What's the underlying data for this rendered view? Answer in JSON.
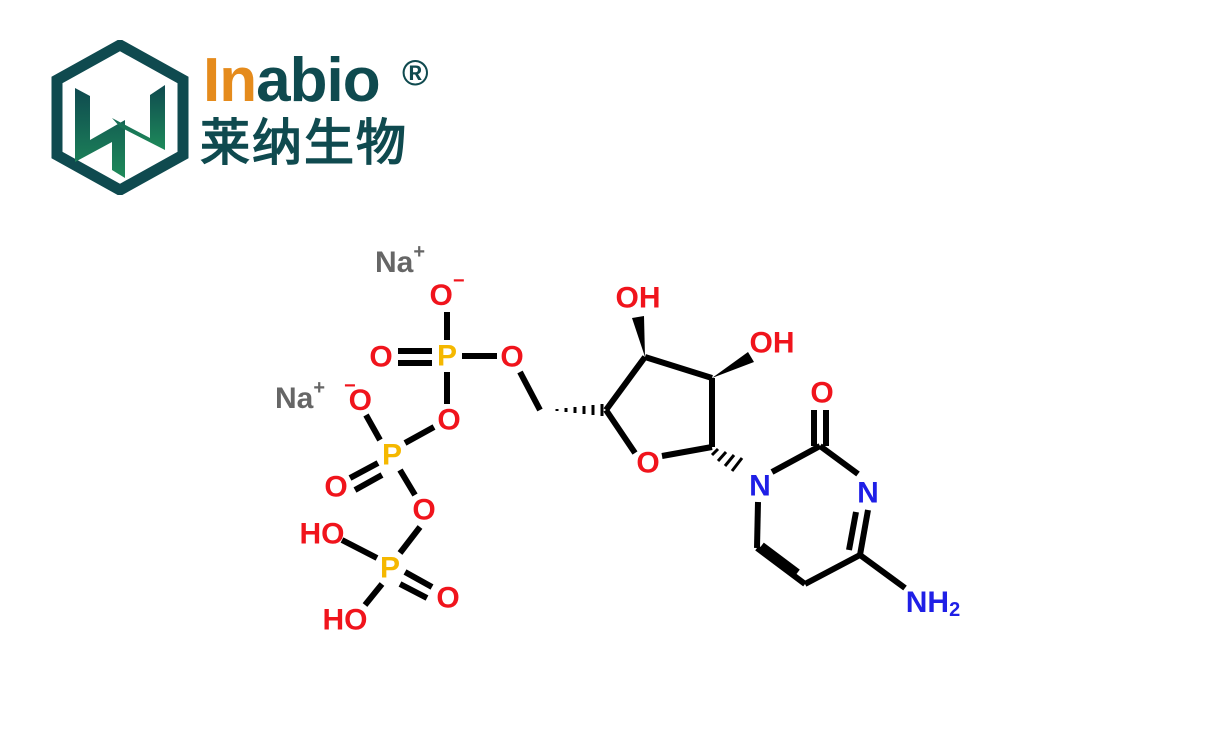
{
  "logo": {
    "brand_prefix": "In",
    "brand_suffix": "abio",
    "registered": "®",
    "chinese_name": "莱纳生物",
    "colors": {
      "primary": "#0f4a4f",
      "accent": "#e58b1c",
      "green": "#1e8a5a"
    }
  },
  "molecule": {
    "atoms": {
      "na1": "Na",
      "na2": "Na",
      "plus": "+",
      "minus": "−",
      "o": "O",
      "p": "P",
      "n": "N",
      "oh": "OH",
      "ho": "HO",
      "nh": "NH",
      "sub2": "2"
    },
    "colors": {
      "oxygen": "#f0141c",
      "phosphorus": "#f5b800",
      "nitrogen": "#1f1fe6",
      "sodium": "#666666",
      "bond": "#000000"
    }
  }
}
